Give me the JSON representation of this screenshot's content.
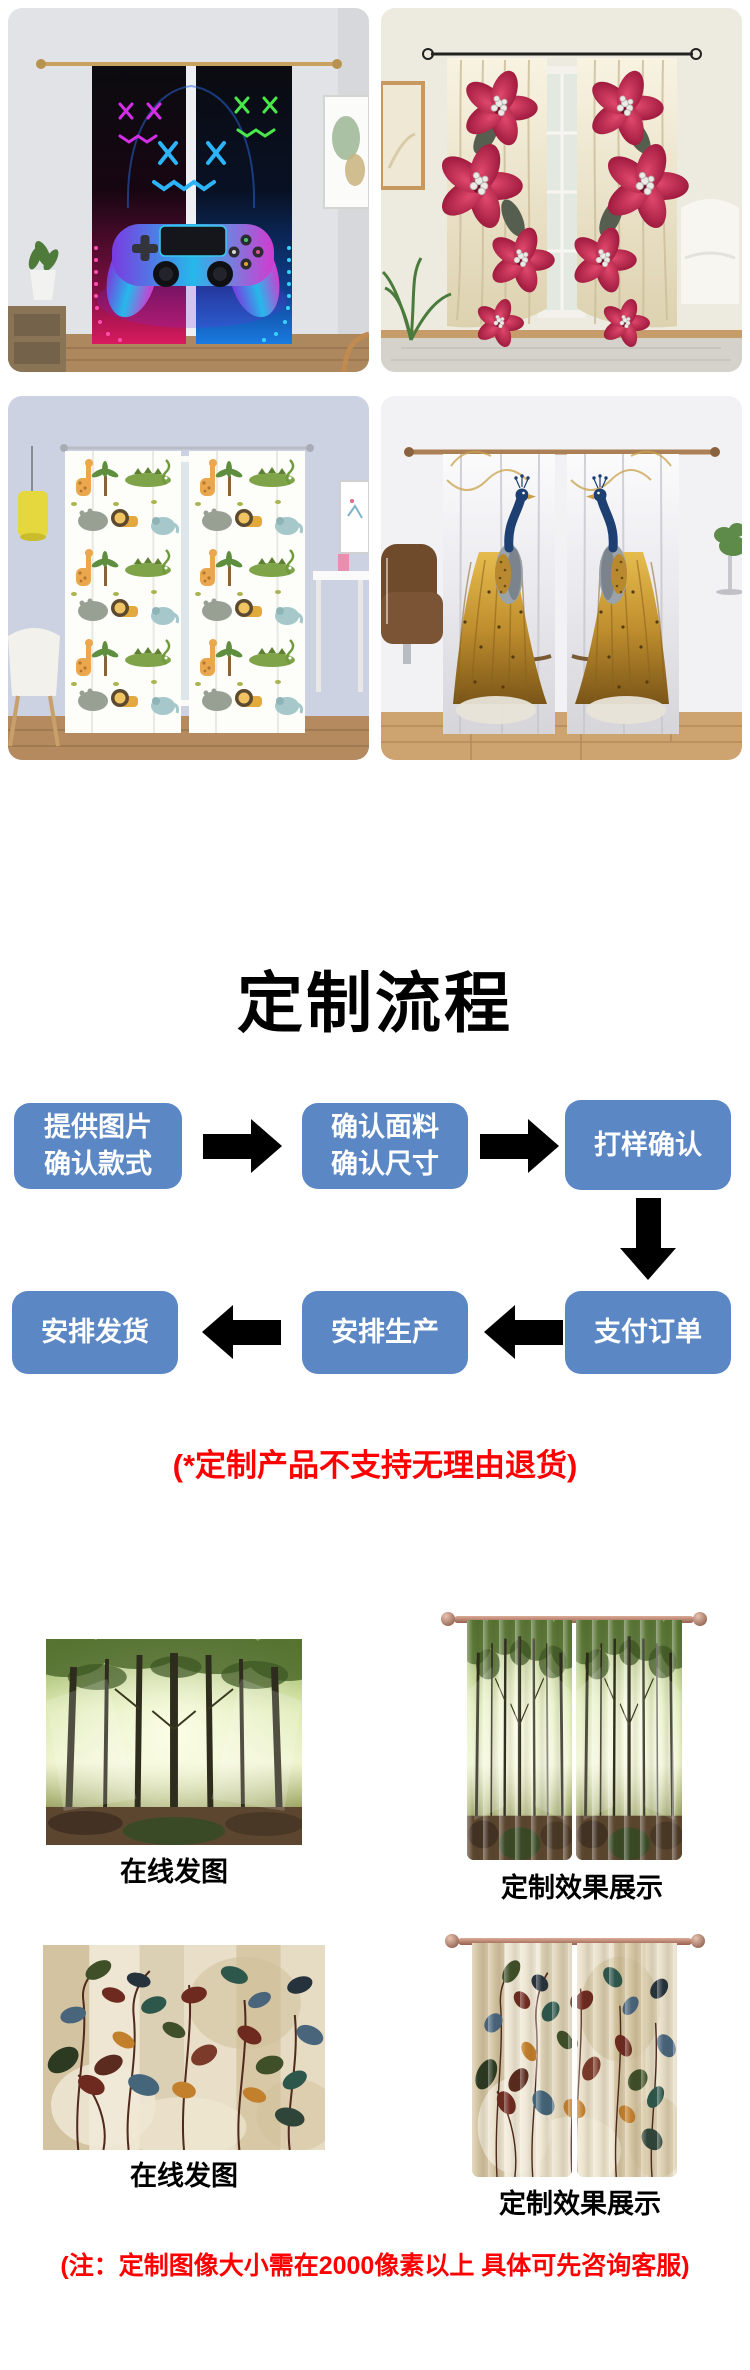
{
  "page": {
    "background": "#ffffff"
  },
  "product_gallery": {
    "items": [
      {
        "alt": "neon-gamepad-blackout-curtains-room"
      },
      {
        "alt": "red-jewel-flower-cream-curtains-window"
      },
      {
        "alt": "cartoon-safari-animal-curtains-kids-room"
      },
      {
        "alt": "golden-peacock-print-curtains-living-room"
      }
    ]
  },
  "process": {
    "title": "定制流程",
    "steps": [
      {
        "line1": "提供图片",
        "line2": "确认款式"
      },
      {
        "line1": "确认面料",
        "line2": "确认尺寸"
      },
      {
        "line1": "打样确认",
        "line2": ""
      },
      {
        "line1": "支付订单",
        "line2": ""
      },
      {
        "line1": "安排生产",
        "line2": ""
      },
      {
        "line1": "安排发货",
        "line2": ""
      }
    ],
    "note": "(*定制产品不支持无理由退货)",
    "colors": {
      "step_box": "#5b87c5",
      "step_text": "#ffffff",
      "arrow": "#000000",
      "note": "#ff0000",
      "title": "#000000"
    }
  },
  "custom_demo": {
    "rows": [
      {
        "source_caption": "在线发图",
        "result_caption": "定制效果展示",
        "scene": "forest-photo"
      },
      {
        "source_caption": "在线发图",
        "result_caption": "定制效果展示",
        "scene": "leaf-painting"
      }
    ],
    "note": "(注：定制图像大小需在2000像素以上 具体可先咨询客服)",
    "colors": {
      "caption": "#000000",
      "note": "#ff0000"
    }
  }
}
